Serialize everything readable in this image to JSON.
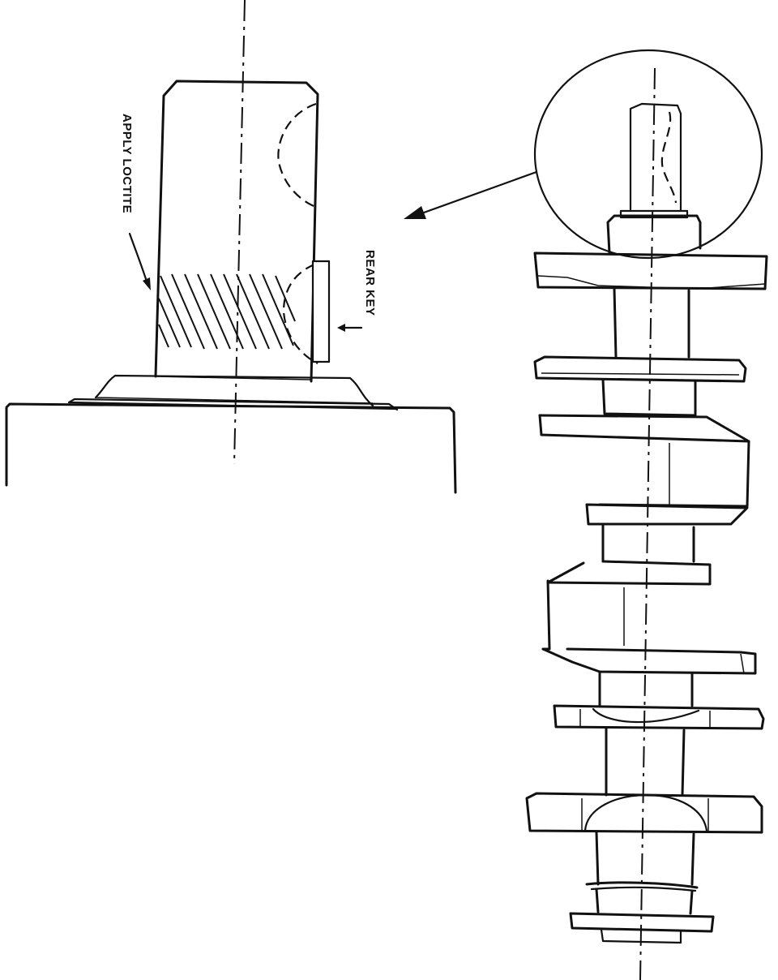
{
  "figure": {
    "detail_view": {
      "labels": {
        "loctite": "APPLY LOCTITE",
        "key": "REAR KEY"
      }
    },
    "crankshaft_view": {
      "detail_marker": "circle-callout"
    },
    "colors": {
      "ink": "#111111",
      "background": "#ffffff"
    }
  }
}
